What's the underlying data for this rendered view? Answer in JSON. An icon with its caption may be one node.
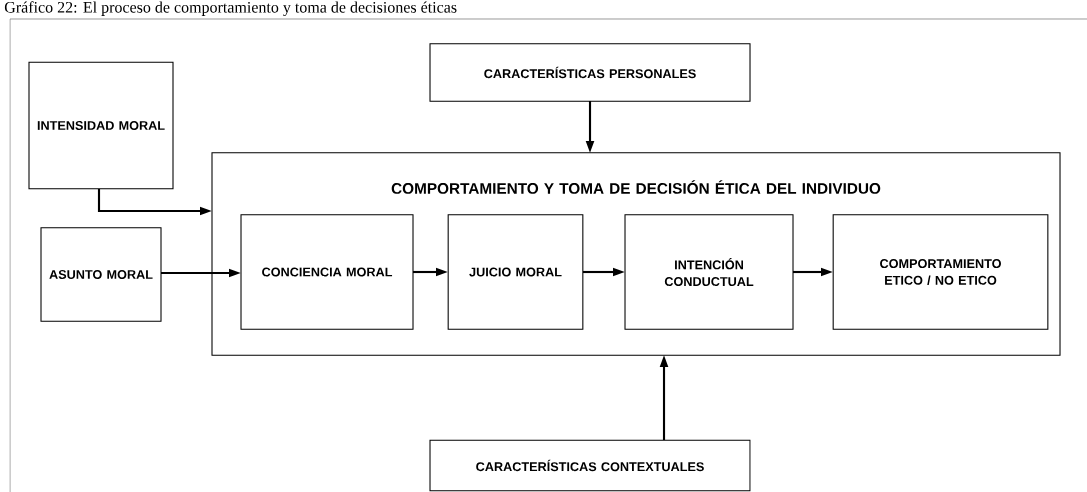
{
  "diagram": {
    "title": "Gráfico 22: El proceso de comportamiento y toma de decisiones éticas",
    "nodes": [
      {
        "text": [
          "CARACTERÍSTICAS PERSONALES"
        ]
      },
      {
        "text": [
          "INTENSIDAD MORAL"
        ]
      },
      {
        "text": [
          "COMPORTAMIENTO Y TOMA DE DECISIÓN ÉTICA DEL INDIVIDUO"
        ]
      },
      {
        "text": [
          "ASUNTO MORAL"
        ]
      },
      {
        "text": [
          "CONCIENCIA MORAL"
        ],
        "in": 2
      },
      {
        "text": [
          "JUICIO MORAL"
        ],
        "in": 2
      },
      {
        "text": [
          "INTENCIÓN CONDUCTUAL"
        ],
        "in": 2
      },
      {
        "text": [
          "COMPORTAMIENTO ETICO / NO ETICO"
        ],
        "in": 2
      },
      {
        "text": [
          "CARACTERÍSTICAS CONTEXTUALES"
        ]
      }
    ],
    "edges": [
      {
        "from": 0,
        "to": 2,
        "arrow": "to"
      },
      {
        "from": 1,
        "to": 2,
        "arrow": "to"
      },
      {
        "from": 3,
        "to": 4,
        "arrow": "to"
      },
      {
        "from": 4,
        "to": 5,
        "arrow": "to"
      },
      {
        "from": 5,
        "to": 6,
        "arrow": "to"
      },
      {
        "from": 6,
        "to": 7,
        "arrow": "to"
      },
      {
        "from": 8,
        "to": 2,
        "arrow": "to"
      }
    ]
  }
}
